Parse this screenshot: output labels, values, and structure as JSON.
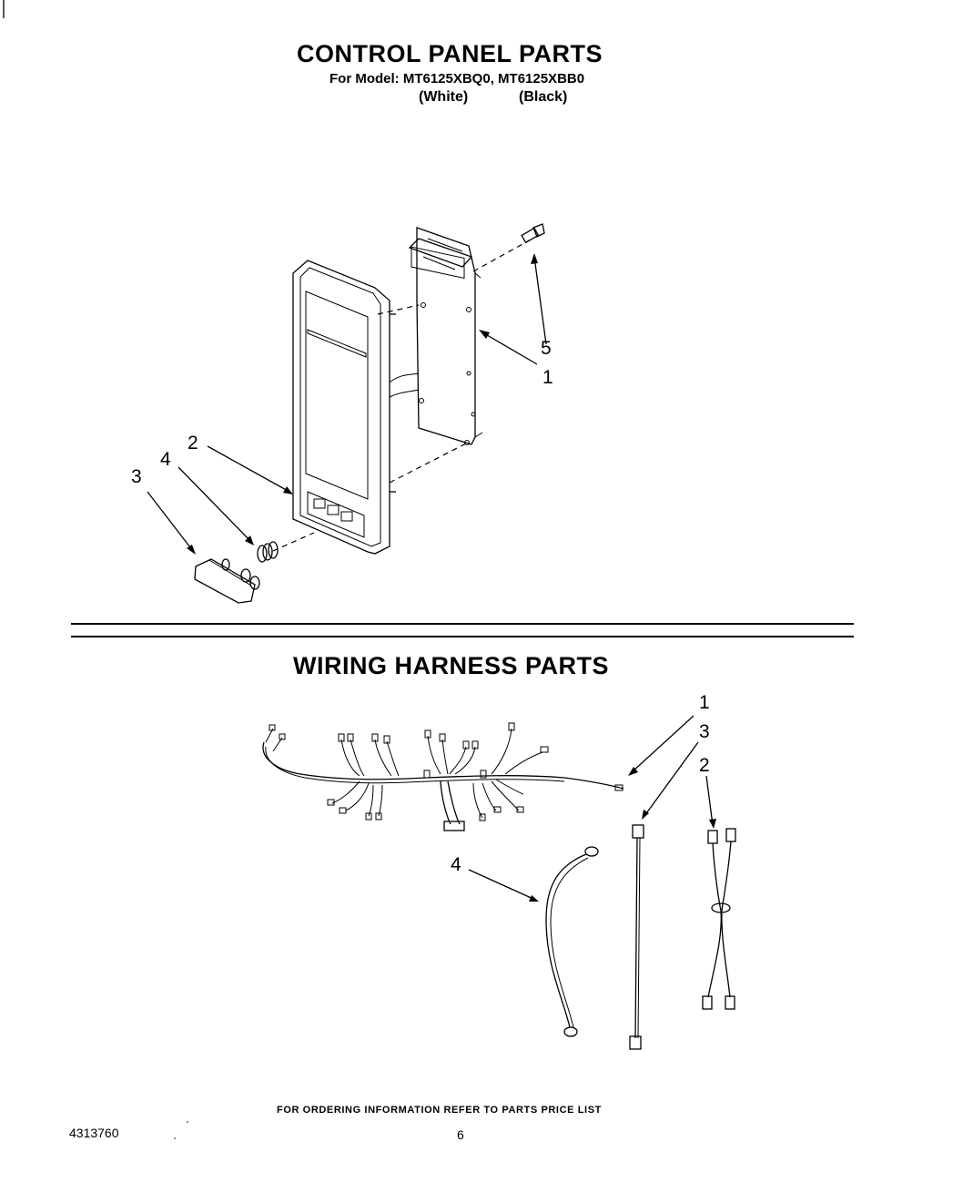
{
  "header": {
    "title": "CONTROL PANEL PARTS",
    "model_line": "For Model: MT6125XBQ0, MT6125XBB0",
    "color_white": "(White)",
    "color_black": "(Black)"
  },
  "control_panel": {
    "callouts": [
      "5",
      "1",
      "2",
      "4",
      "3"
    ]
  },
  "wiring": {
    "title": "WIRING HARNESS PARTS",
    "callouts": [
      "1",
      "3",
      "2",
      "4"
    ]
  },
  "footer": {
    "ordering_note": "FOR ORDERING INFORMATION REFER TO PARTS PRICE LIST",
    "doc_number": "4313760",
    "page_number": "6"
  }
}
